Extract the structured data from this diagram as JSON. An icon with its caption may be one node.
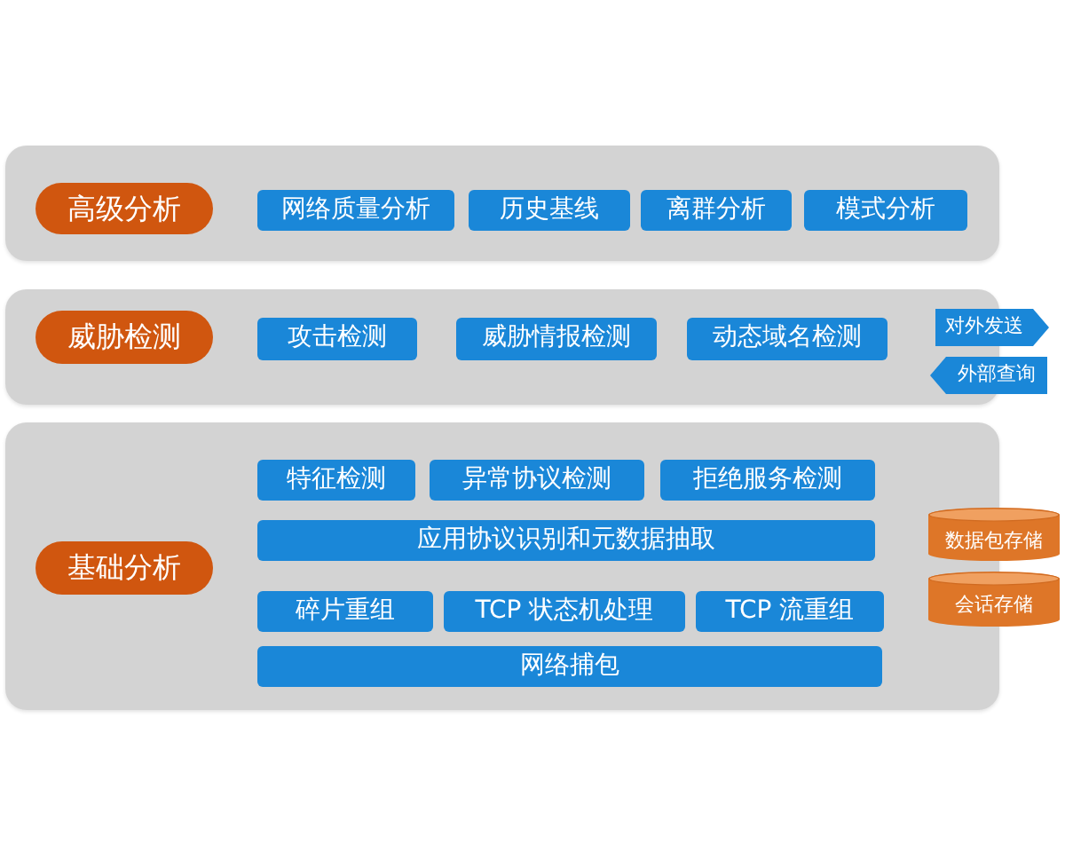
{
  "diagram": {
    "nodes": [
      {
        "text": [],
        "shape": "box"
      },
      {
        "text": [
          "高级分析"
        ],
        "in": 0
      },
      {
        "text": [
          "网络质量分析"
        ],
        "in": 0
      },
      {
        "text": [
          "历史基线"
        ],
        "in": 0
      },
      {
        "text": [
          "离群分析"
        ],
        "in": 0
      },
      {
        "text": [
          "模式分析"
        ],
        "in": 0
      },
      {
        "text": [],
        "shape": "box"
      },
      {
        "text": [
          "威胁检测"
        ],
        "in": 6
      },
      {
        "text": [
          "攻击检测"
        ],
        "in": 6
      },
      {
        "text": [
          "威胁情报检测"
        ],
        "in": 6
      },
      {
        "text": [
          "动态域名检测"
        ],
        "in": 6
      },
      {
        "text": [
          "对外发送"
        ]
      },
      {
        "text": [
          "外部查询"
        ]
      },
      {
        "text": [],
        "shape": "box"
      },
      {
        "text": [
          "基础分析"
        ],
        "in": 13
      },
      {
        "text": [
          "特征检测"
        ],
        "in": 13
      },
      {
        "text": [
          "异常协议检测"
        ],
        "in": 13
      },
      {
        "text": [
          "拒绝服务检测"
        ],
        "in": 13
      },
      {
        "text": [
          "应用协议识别和元数据抽取"
        ],
        "in": 13
      },
      {
        "text": [
          "数据包存储"
        ]
      },
      {
        "text": [
          "碎片重组"
        ],
        "in": 13
      },
      {
        "text": [
          "TCP 状态机处理"
        ],
        "in": 13
      },
      {
        "text": [
          "TCP 流重组"
        ],
        "in": 13
      },
      {
        "text": [
          "会话存储"
        ]
      },
      {
        "text": [
          "网络捕包"
        ],
        "in": 13
      }
    ]
  }
}
